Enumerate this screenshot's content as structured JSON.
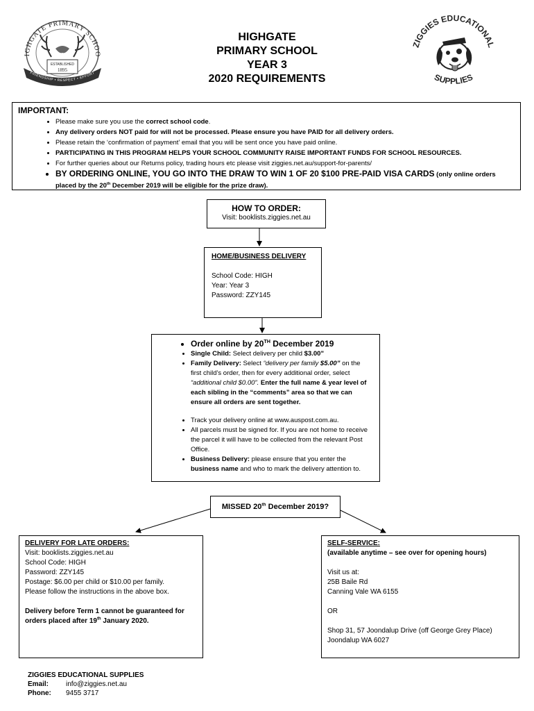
{
  "header": {
    "title_lines": [
      "HIGHGATE",
      "PRIMARY SCHOOL",
      "YEAR 3",
      "2020 REQUIREMENTS"
    ],
    "school_logo": {
      "arc_text": "HIGHGATE PRIMARY SCHOOL",
      "established_label": "ESTABLISHED",
      "established_year": "1895",
      "motto": "FRIENDSHIP • RESPECT • EFFORT",
      "icon": "deer-antler-crest-icon"
    },
    "ziggies_logo": {
      "arc_text": "ZIGGIES EDUCATIONAL",
      "bottom_text": "SUPPLIES",
      "icon": "dog-mascot-icon"
    }
  },
  "important": {
    "heading": "IMPORTANT:",
    "item1_pre": "Please make sure you use the ",
    "item1_bold": "correct school code",
    "item1_post": ".",
    "item2": "Any delivery orders NOT paid for will not be processed. Please ensure you have PAID for all delivery orders.",
    "item3": "Please retain the ‘confirmation of payment’ email that you will be sent once you have paid online.",
    "item4": "PARTICIPATING IN THIS PROGRAM HELPS YOUR SCHOOL COMMUNITY RAISE IMPORTANT FUNDS FOR SCHOOL RESOURCES.",
    "item5": "For further queries about our Returns policy, trading hours etc please visit ziggies.net.au/support-for-parents/",
    "item6_main": "BY ORDERING ONLINE, YOU GO INTO THE DRAW TO WIN 1 OF 20 $100 PRE-PAID VISA CARDS",
    "item6_small_pre": " (only online orders placed by the 20",
    "item6_small_sup": "th",
    "item6_small_post": " December 2019 will be eligible for the prize draw)."
  },
  "how_to_order": {
    "heading": "HOW TO ORDER:",
    "visit": "Visit: booklists.ziggies.net.au"
  },
  "home_delivery": {
    "heading": "HOME/BUSINESS DELIVERY",
    "school_code": "School Code: HIGH",
    "year": "Year: Year 3",
    "password": "Password: ZZY145"
  },
  "order_info": {
    "first_pre": "Order online by 20",
    "first_sup": "TH",
    "first_post": " December 2019",
    "single_label": "Single Child:",
    "single_text": " Select delivery per child ",
    "single_price": "$3.00\"",
    "family_label": "Family Delivery:",
    "family_text1": " Select ",
    "family_italic1": "“delivery per family ",
    "family_price": "$5.00”",
    "family_text2": " on the first child’s order, then for every additional order, select ",
    "family_italic2": "“additional child $0.00”.",
    "family_bold": " Enter the full name & year level of each sibling in the “comments” area so that we can ensure all orders are sent together.",
    "track": "Track your delivery online at www.auspost.com.au.",
    "parcels": "All parcels must be signed for. If you are not home to receive the parcel it will have to be collected from the relevant Post Office.",
    "business_label": "Business Delivery:",
    "business_text1": " please ensure that you enter the ",
    "business_bold": "business name",
    "business_text2": " and who to mark the delivery attention to."
  },
  "missed": {
    "pre": "MISSED 20",
    "sup": "th",
    "post": " December 2019?"
  },
  "late_orders": {
    "heading": "DELIVERY FOR LATE ORDERS:",
    "visit": "Visit: booklists.ziggies.net.au",
    "school_code": "School Code: HIGH",
    "password": "Password: ZZY145",
    "postage": "Postage: $6.00 per child or $10.00 per family.",
    "follow": "Please follow the instructions in the above box.",
    "warning_pre": "Delivery before Term 1 cannot be guaranteed for orders placed after 19",
    "warning_sup": "th",
    "warning_post": " January 2020."
  },
  "self_service": {
    "heading": "SELF-SERVICE:",
    "subheading": "(available anytime – see over for opening hours)",
    "visit": "Visit us at:",
    "addr1_line1": "25B Baile Rd",
    "addr1_line2": "Canning Vale WA 6155",
    "or": "OR",
    "addr2_line1": "Shop 31, 57 Joondalup Drive (off George Grey Place)",
    "addr2_line2": "Joondalup WA 6027"
  },
  "footer": {
    "company": "ZIGGIES EDUCATIONAL SUPPLIES",
    "email_label": "Email:",
    "email": "info@ziggies.net.au",
    "phone_label": "Phone:",
    "phone": "9455 3717"
  }
}
